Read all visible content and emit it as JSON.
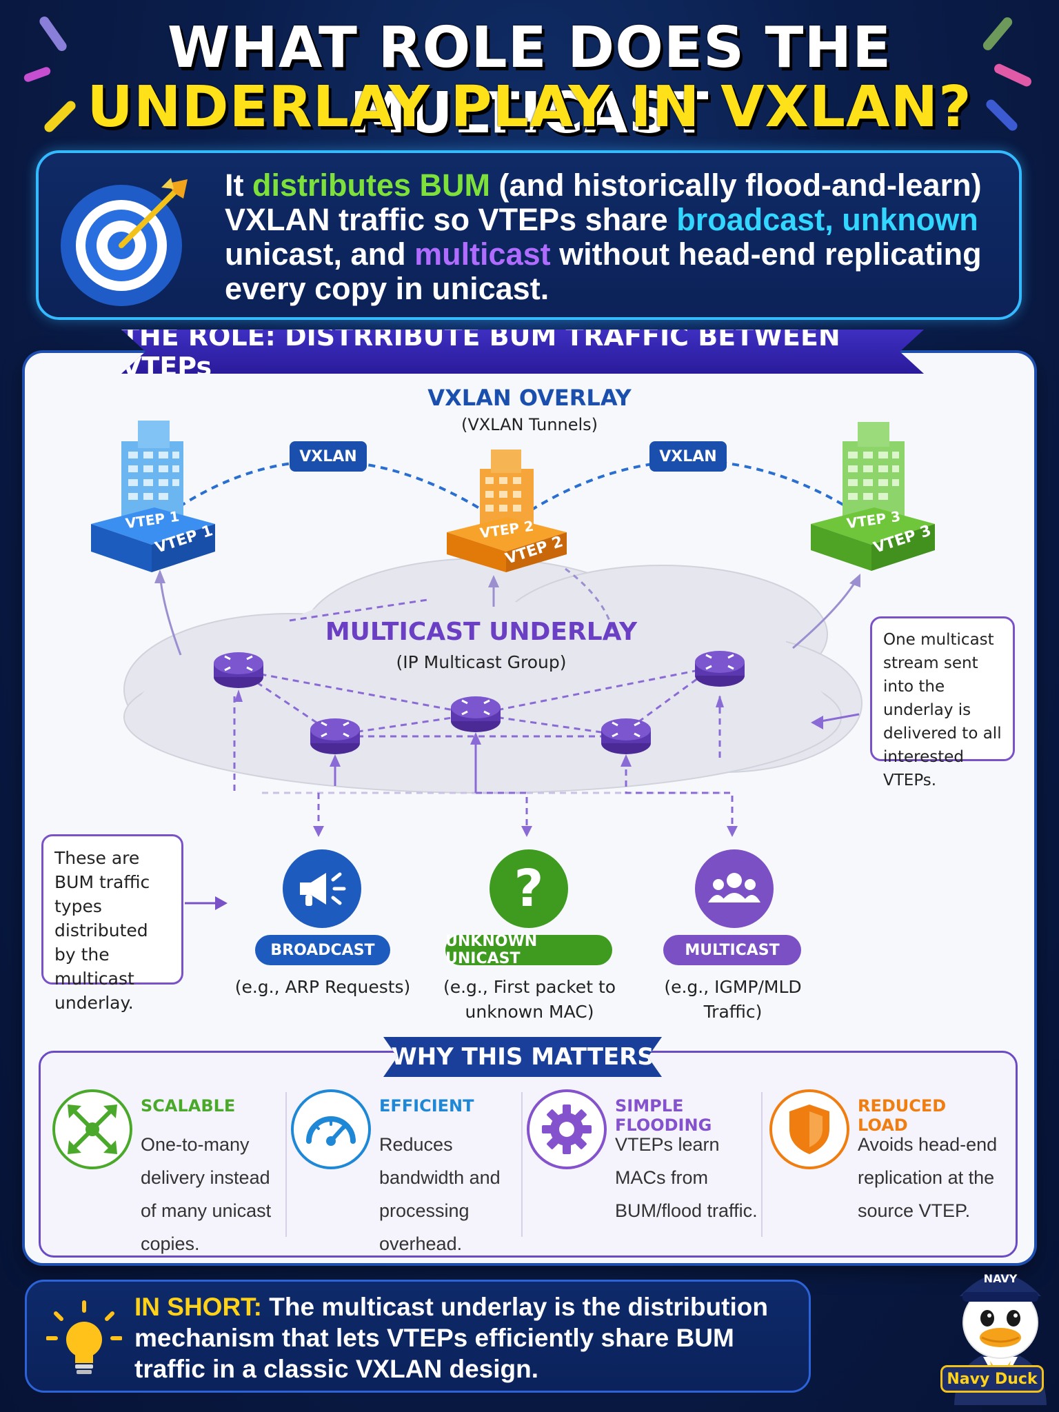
{
  "header": {
    "title_line1": "WHAT ROLE DOES THE MULTICAST",
    "title_line2": "UNDERLAY PLAY IN VXLAN?"
  },
  "intro": {
    "p1": "It ",
    "h1": "distributes BUM",
    "p2": " (and historically flood-and-learn) VXLAN traffic so VTEPs share ",
    "h2": "broadcast, unknown",
    "p3": " unicast, and ",
    "h3": "multicast",
    "p4": " without head-end replicating every copy in unicast."
  },
  "section": {
    "banner": "THE ROLE: DISTRRIBUTE BUM TRAFFIC BETWEEN VTEPs"
  },
  "overlay": {
    "title": "VXLAN OVERLAY",
    "subtitle": "(VXLAN Tunnels)",
    "tunnel_label_1": "VXLAN",
    "tunnel_label_2": "VXLAN"
  },
  "vteps": [
    {
      "top": "VTEP 1",
      "side": "VTEP 1",
      "color": "#1f6fd6"
    },
    {
      "top": "VTEP 2",
      "side": "VTEP 2",
      "color": "#f28a12"
    },
    {
      "top": "VTEP 3",
      "side": "VTEP 3",
      "color": "#5bb52a"
    }
  ],
  "underlay": {
    "title": "MULTICAST UNDERLAY",
    "subtitle": "(IP Multicast Group)"
  },
  "notes": {
    "right": "One multicast stream sent into the underlay is delivered to all interested VTEPs.",
    "left": "These are BUM traffic types distributed by the multicast underlay."
  },
  "bum_types": [
    {
      "label": "BROADCAST",
      "example": "(e.g., ARP Requests)",
      "icon": "megaphone-icon",
      "color": "#1e5bbf"
    },
    {
      "label": "UNKNOWN UNICAST",
      "example": "(e.g., First packet to unknown MAC)",
      "icon": "question-icon",
      "color": "#3f9a20"
    },
    {
      "label": "MULTICAST",
      "example": "(e.g., IGMP/MLD Traffic)",
      "icon": "group-icon",
      "color": "#7b50c4"
    }
  ],
  "why": {
    "banner": "WHY THIS MATTERS",
    "items": [
      {
        "title": "SCALABLE",
        "text": "One-to-many delivery instead of many unicast copies.",
        "icon": "arrows-out-icon",
        "color": "#4aa82a"
      },
      {
        "title": "EFFICIENT",
        "text": "Reduces bandwidth and processing overhead.",
        "icon": "speedometer-icon",
        "color": "#1e88d6"
      },
      {
        "title": "SIMPLE FLOODING",
        "text": "VTEPs learn MACs from BUM/flood traffic.",
        "icon": "gear-icon",
        "color": "#8452cc"
      },
      {
        "title": "REDUCED LOAD",
        "text": "Avoids head-end replication at the source VTEP.",
        "icon": "shield-icon",
        "color": "#ef7d10"
      }
    ]
  },
  "in_short": {
    "lead": "IN SHORT:",
    "text": " The multicast underlay is the distribution mechanism that lets VTEPs efficiently share BUM traffic in a classic VXLAN design."
  },
  "mascot": {
    "hat": "NAVY",
    "name": "Navy Duck"
  }
}
